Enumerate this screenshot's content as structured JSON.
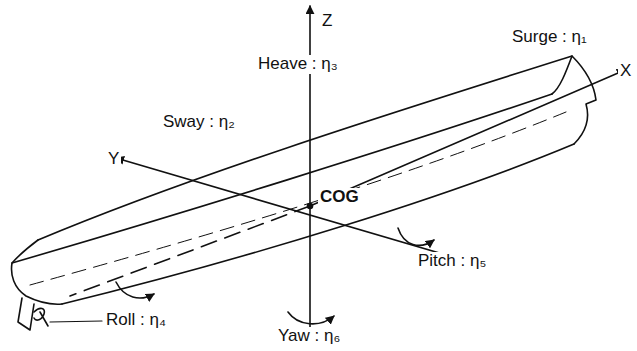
{
  "diagram": {
    "labels": [
      "Z",
      "Heave : η₃",
      "Surge : η₁",
      "X",
      "Sway : η₂",
      "Y",
      "COG",
      "Pitch : η₅",
      "Roll : η₄",
      "Yaw : η₆"
    ]
  }
}
